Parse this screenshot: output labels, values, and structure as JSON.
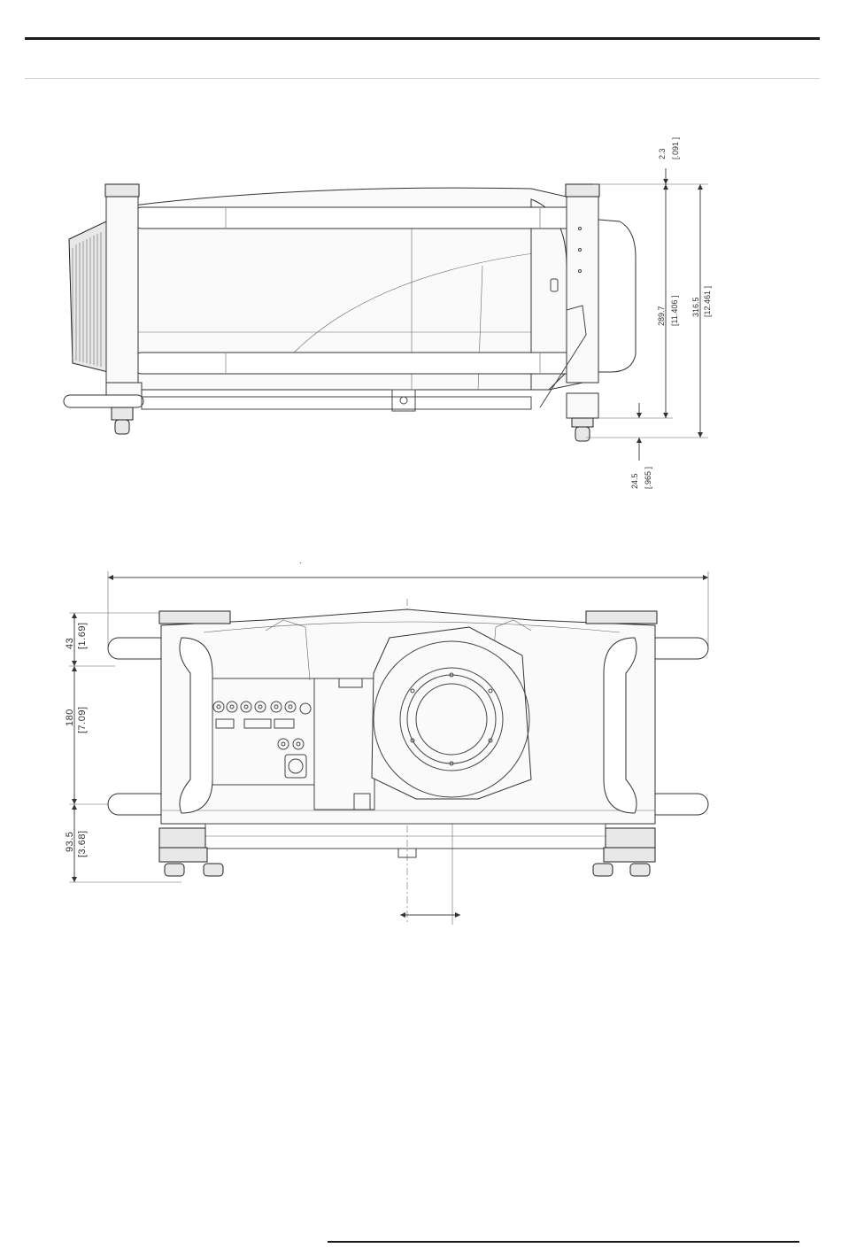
{
  "side_view": {
    "dim_top_mm": "2.3",
    "dim_top_in": "[.091 ]",
    "dim_body_mm": "289.7",
    "dim_body_in": "[11.406 ]",
    "dim_total_mm": "316.5",
    "dim_total_in": "[12.461 ]",
    "dim_foot_mm": "24.5",
    "dim_foot_in": "[.965 ]"
  },
  "front_view": {
    "dim_width_mark": ".",
    "dim_a_mm": "43",
    "dim_a_in": "[1.69]",
    "dim_b_mm": "180",
    "dim_b_in": "[7.09]",
    "dim_c_mm": "93.5",
    "dim_c_in": "[3.68]"
  }
}
